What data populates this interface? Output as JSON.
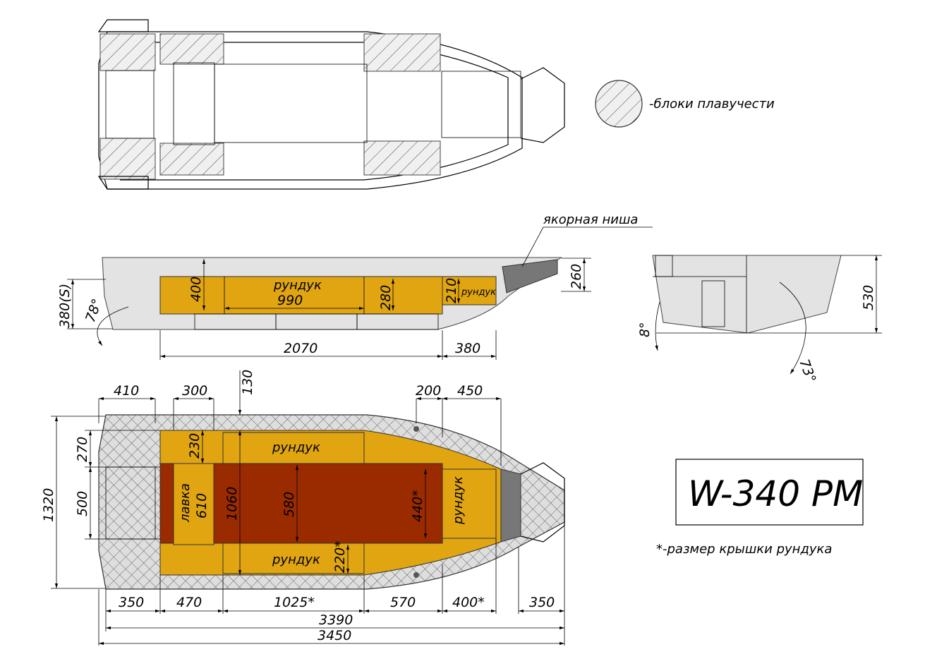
{
  "legend": {
    "float_blocks": "-блоки плавучести"
  },
  "side_view": {
    "anchor_niche": "якорная ниша",
    "chest": "рундук",
    "d990": "990",
    "d400": "400",
    "d280": "280",
    "d210": "210",
    "chest_small": "рундук",
    "d260": "260",
    "d380s": "380(S)",
    "a78": "78°",
    "d2070": "2070",
    "d380": "380"
  },
  "section_view": {
    "d530": "530",
    "a8": "8°",
    "a73": "73°"
  },
  "plan_view": {
    "top_dims": {
      "d410": "410",
      "d300": "300",
      "d130": "130",
      "d200": "200",
      "d450": "450"
    },
    "left_dims": {
      "d1320": "1320",
      "d270": "270",
      "d500": "500"
    },
    "chest_top": "рундук",
    "chest_bottom": "рундук",
    "chest_right": "рундук",
    "bench": "лавка",
    "d610": "610",
    "d230": "230",
    "d1060": "1060",
    "d580": "580",
    "d440": "440*",
    "d220": "220*",
    "bottom_dims": {
      "d350a": "350",
      "d470": "470",
      "d1025": "1025*",
      "d570": "570",
      "d400": "400*",
      "d350b": "350",
      "d3390": "3390",
      "d3450": "3450"
    }
  },
  "model": "W-340 PM",
  "note": "*-размер крышки рундука",
  "colors": {
    "orange": "#e0a510",
    "red": "#9a2a00",
    "gray": "#e3e3e3",
    "dark": "#777777"
  }
}
